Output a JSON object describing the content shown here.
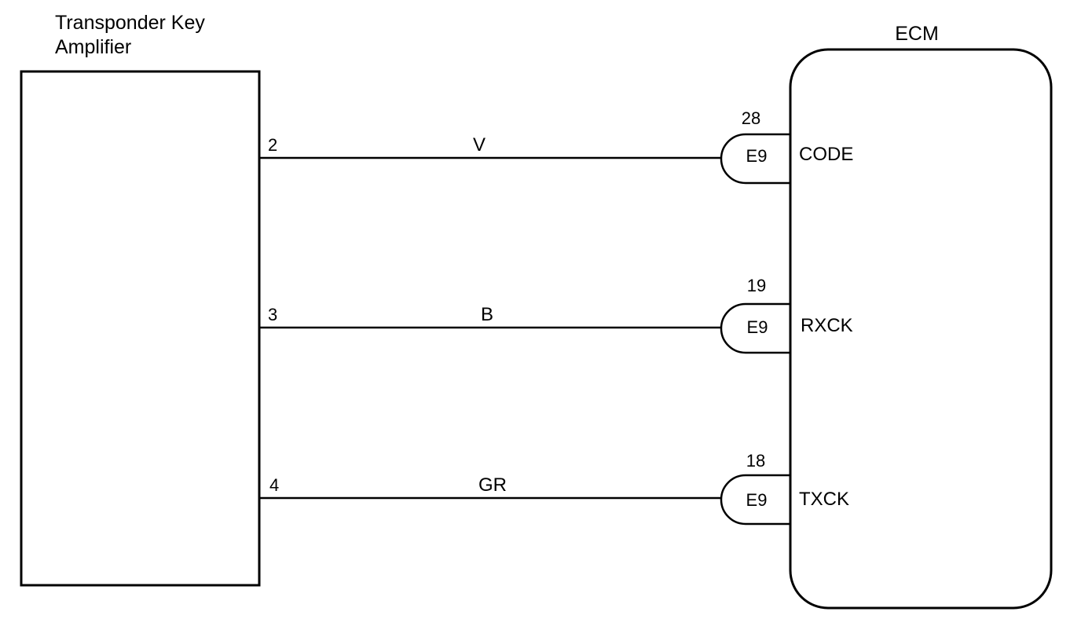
{
  "amplifier": {
    "title_line1": "Transponder Key",
    "title_line2": "Amplifier"
  },
  "ecm": {
    "title": "ECM"
  },
  "circuits": [
    {
      "pin": "2",
      "wire_color": "V",
      "connector": "E9",
      "ecm_pin": "28",
      "signal": "CODE"
    },
    {
      "pin": "3",
      "wire_color": "B",
      "connector": "E9",
      "ecm_pin": "19",
      "signal": "RXCK"
    },
    {
      "pin": "4",
      "wire_color": "GR",
      "connector": "E9",
      "ecm_pin": "18",
      "signal": "TXCK"
    }
  ]
}
